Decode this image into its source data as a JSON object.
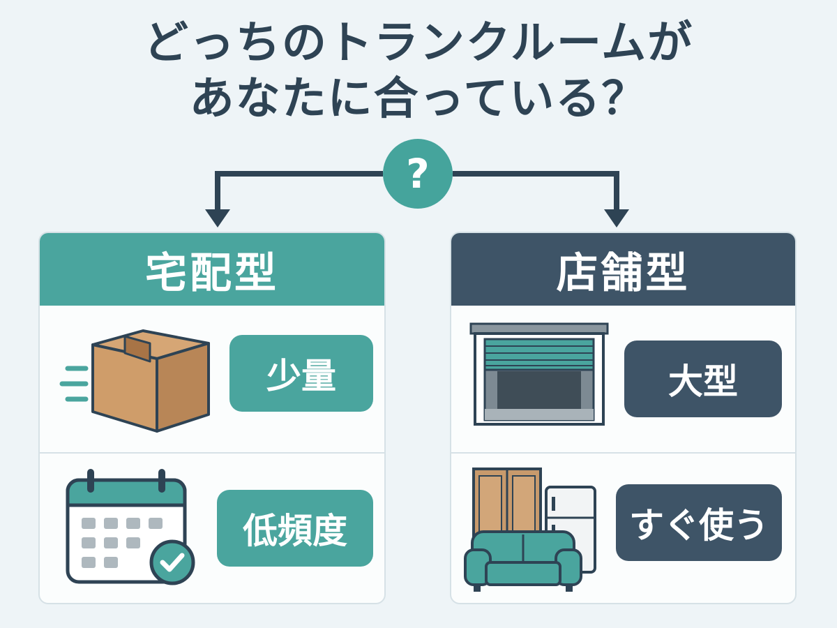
{
  "title": {
    "line1": "どっちのトランクルームが",
    "line2": "あなたに合っている？"
  },
  "question_mark": "?",
  "left_card": {
    "title": "宅配型",
    "rows": [
      {
        "label": "少量",
        "icon": "cardboard-box-icon"
      },
      {
        "label": "低頻度",
        "icon": "calendar-check-icon"
      }
    ]
  },
  "right_card": {
    "title": "店舗型",
    "rows": [
      {
        "label": "大型",
        "icon": "storage-unit-icon"
      },
      {
        "label": "すぐ使う",
        "icon": "furniture-icon"
      }
    ]
  },
  "colors": {
    "teal": "#4aa59e",
    "navy": "#3e5467",
    "background": "#eef4f7",
    "text": "#2e4354"
  }
}
